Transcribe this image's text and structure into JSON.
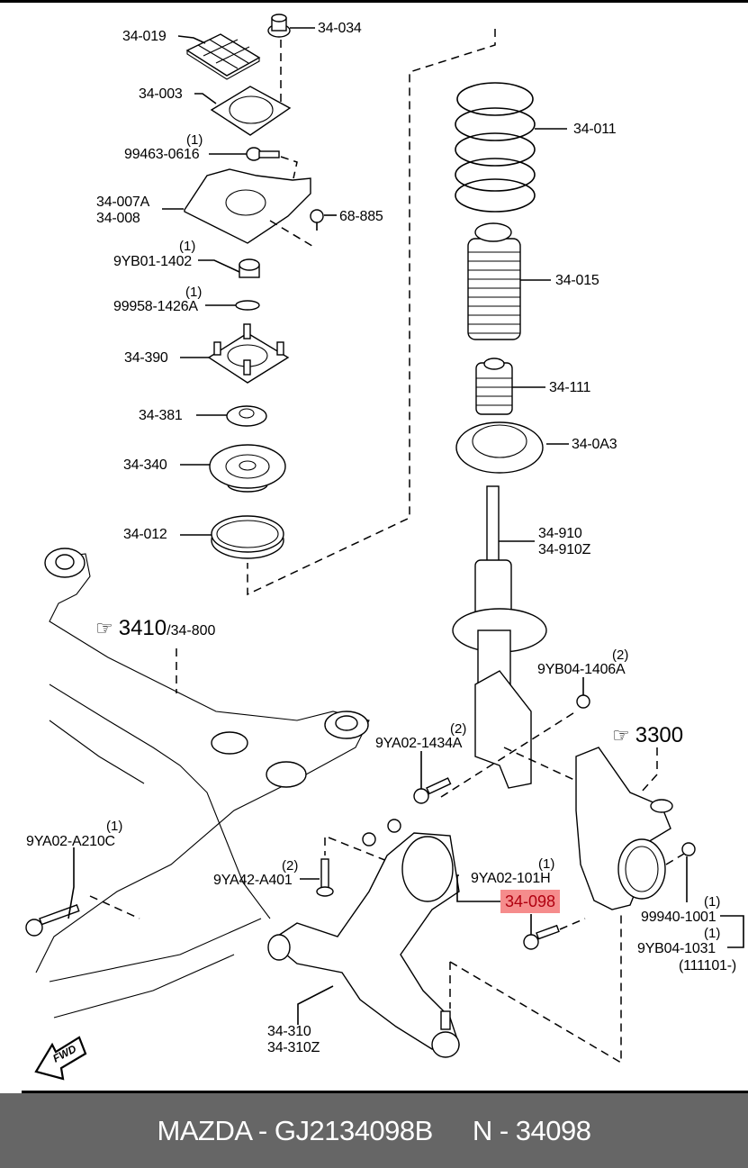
{
  "diagram": {
    "title": "Front suspension exploded parts diagram",
    "callouts": [
      {
        "id": "c-34-019",
        "label": "34-019"
      },
      {
        "id": "c-34-034",
        "label": "34-034"
      },
      {
        "id": "c-34-003",
        "label": "34-003"
      },
      {
        "id": "c-99463-0616",
        "label": "99463-0616",
        "qty": "(1)"
      },
      {
        "id": "c-34-007a",
        "label": "34-007A"
      },
      {
        "id": "c-34-008",
        "label": "34-008"
      },
      {
        "id": "c-68-885",
        "label": "68-885"
      },
      {
        "id": "c-9yb01-1402",
        "label": "9YB01-1402",
        "qty": "(1)"
      },
      {
        "id": "c-99958-1426a",
        "label": "99958-1426A",
        "qty": "(1)"
      },
      {
        "id": "c-34-390",
        "label": "34-390"
      },
      {
        "id": "c-34-381",
        "label": "34-381"
      },
      {
        "id": "c-34-340",
        "label": "34-340"
      },
      {
        "id": "c-34-012",
        "label": "34-012"
      },
      {
        "id": "c-34-011",
        "label": "34-011"
      },
      {
        "id": "c-34-015",
        "label": "34-015"
      },
      {
        "id": "c-34-111",
        "label": "34-111"
      },
      {
        "id": "c-34-0a3",
        "label": "34-0A3"
      },
      {
        "id": "c-34-910",
        "label": "34-910"
      },
      {
        "id": "c-34-910z",
        "label": "34-910Z"
      },
      {
        "id": "c-9yb04-1406a",
        "label": "9YB04-1406A",
        "qty": "(2)"
      },
      {
        "id": "c-9ya02-1434a",
        "label": "9YA02-1434A",
        "qty": "(2)"
      },
      {
        "id": "c-9ya02-a210c",
        "label": "9YA02-A210C",
        "qty": "(1)"
      },
      {
        "id": "c-9ya42-a401",
        "label": "9YA42-A401",
        "qty": "(2)"
      },
      {
        "id": "c-9ya02-101h",
        "label": "9YA02-101H",
        "qty": "(1)"
      },
      {
        "id": "c-34-098",
        "label": "34-098",
        "highlighted": true
      },
      {
        "id": "c-99940-1001",
        "label": "99940-1001",
        "qty": "(1)"
      },
      {
        "id": "c-9yb04-1031",
        "label": "9YB04-1031",
        "qty": "(1)"
      },
      {
        "id": "c-serial",
        "label": "(111101-)"
      },
      {
        "id": "c-34-310",
        "label": "34-310"
      },
      {
        "id": "c-34-310z",
        "label": "34-310Z"
      }
    ],
    "references": [
      {
        "id": "ref-3410",
        "icon": "pointing-hand-icon",
        "label": "3410",
        "suffix": "/34-800"
      },
      {
        "id": "ref-3300",
        "icon": "pointing-hand-icon",
        "label": "3300"
      }
    ],
    "direction_badge": {
      "icon": "fwd-arrow-icon",
      "label": "FWD"
    },
    "colors": {
      "highlight_bg": "#f58c8c",
      "highlight_text": "#b00010"
    }
  },
  "footer": {
    "brand_part": "MAZDA - GJ2134098B",
    "catalog_number": "N - 34098",
    "background": "#666666"
  }
}
